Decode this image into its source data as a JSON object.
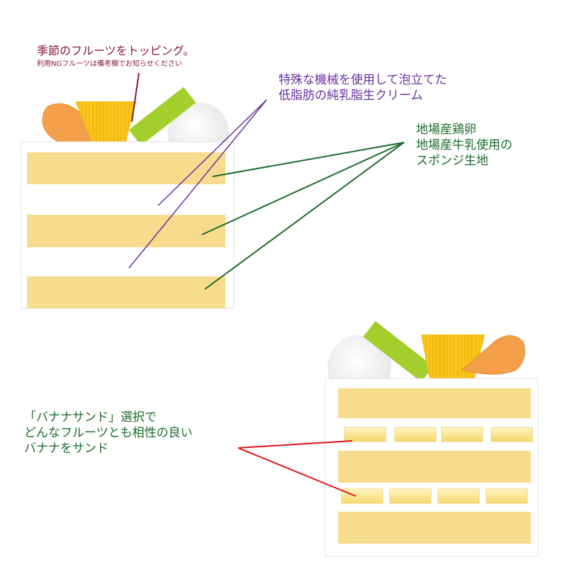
{
  "annotations": {
    "topping": {
      "line1": "季節のフルーツをトッピング。",
      "line2": "利用NGフルーツは備考欄でお知らせください"
    },
    "cream": {
      "line1": "特殊な機械を使用して泡立てた",
      "line2": "低脂肪の純乳脂生クリーム"
    },
    "sponge": {
      "line1": "地場産鶏卵",
      "line2": "地場産牛乳使用の",
      "line3": "スポンジ生地"
    },
    "banana": {
      "line1": "「バナナサンド」選択で",
      "line2": "どんなフルーツとも相性の良い",
      "line3": "バナナをサンド"
    }
  },
  "colors": {
    "sponge": "#f8dc8e",
    "cream": "#ffffff",
    "banana": "#fbe89a",
    "kiwi": "#a3cf2c",
    "mango": "#f9c61e",
    "orange": "#f4a04a",
    "topping_line": "#8b1a3c",
    "cream_line": "#6a2fa0",
    "sponge_line": "#1c6b2a",
    "banana_line": "#e01414"
  }
}
